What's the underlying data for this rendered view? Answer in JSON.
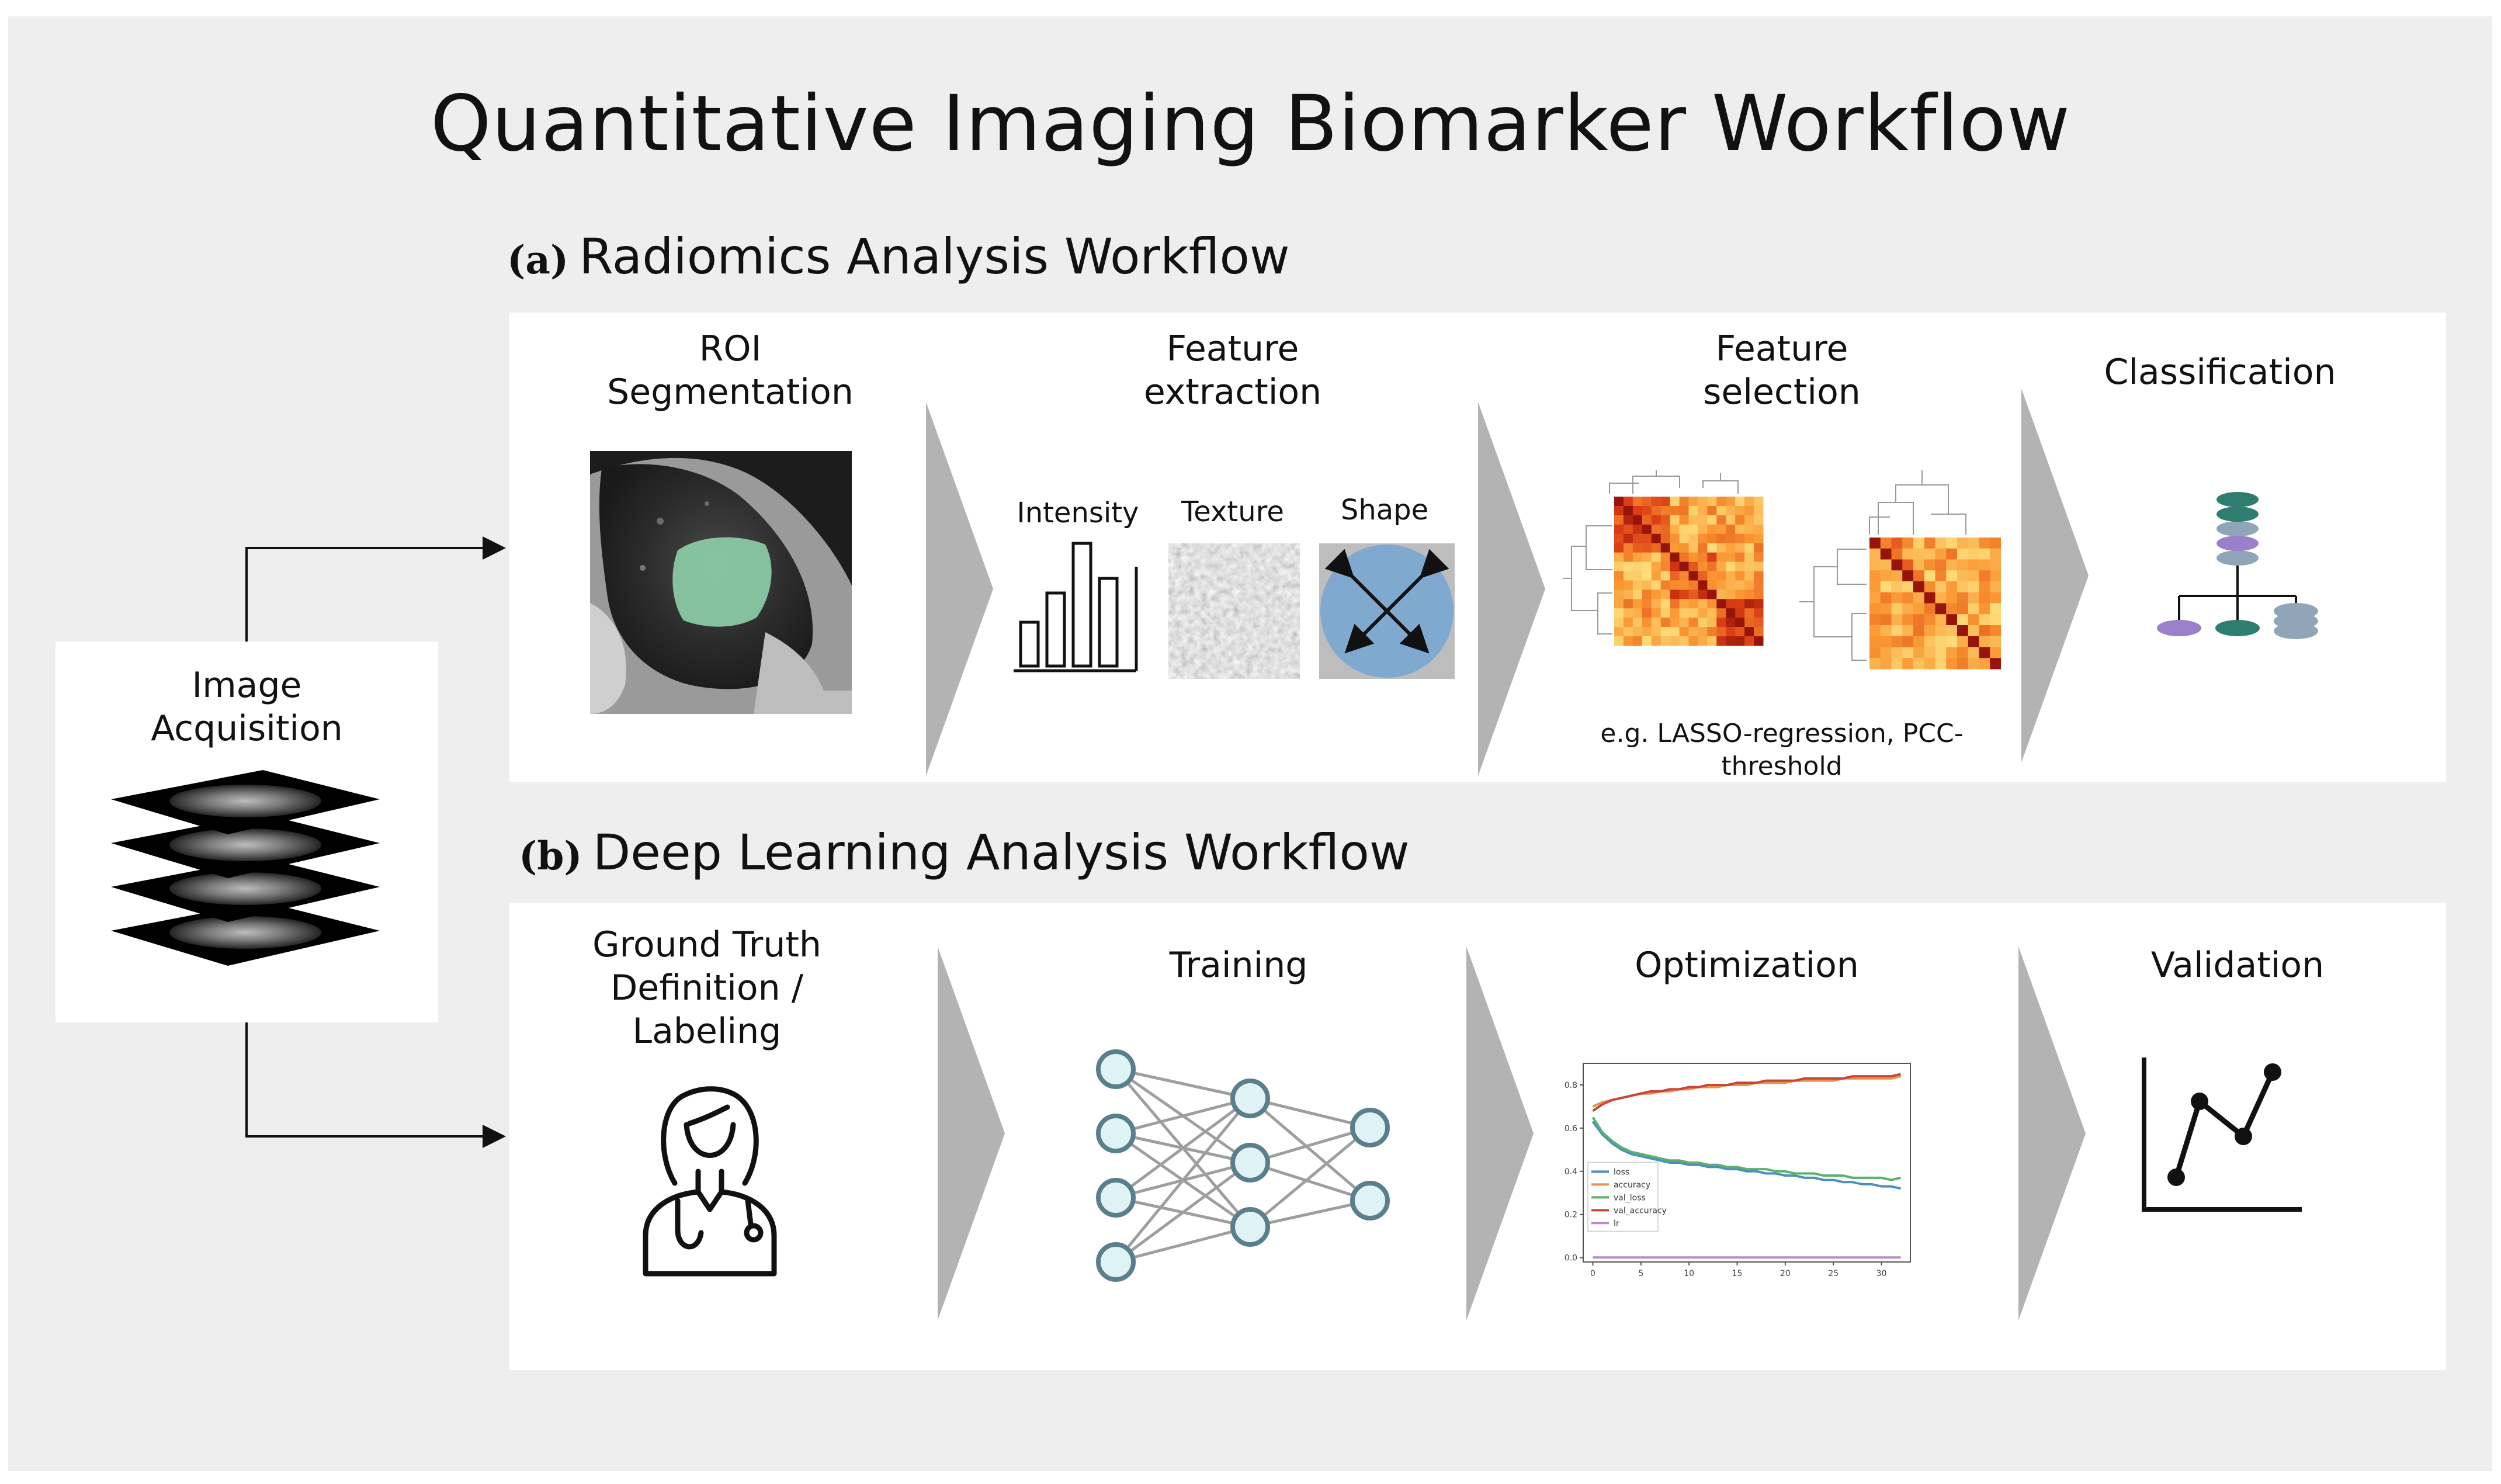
{
  "title": "Quantitative Imaging Biomarker Workflow",
  "image_acquisition": {
    "title_line1": "Image",
    "title_line2": "Acquisition"
  },
  "radiomics": {
    "tag": "(a)",
    "title": "Radiomics Analysis Workflow",
    "stages": {
      "roi": {
        "line1": "ROI",
        "line2": "Segmentation"
      },
      "extraction": {
        "line1": "Feature",
        "line2": "extraction",
        "labels": [
          "Intensity",
          "Texture",
          "Shape"
        ]
      },
      "selection": {
        "line1": "Feature",
        "line2": "selection",
        "note_line1": "e.g. LASSO-regression, PCC-",
        "note_line2": "threshold"
      },
      "classification": {
        "title": "Classification"
      }
    }
  },
  "deep_learning": {
    "tag": "(b)",
    "title": "Deep Learning Analysis Workflow",
    "stages": {
      "ground_truth": {
        "line1": "Ground Truth",
        "line2": "Definition /",
        "line3": "Labeling"
      },
      "training": {
        "title": "Training"
      },
      "optimization": {
        "title": "Optimization",
        "chart_data": {
          "type": "line",
          "x": [
            0,
            1,
            2,
            3,
            4,
            5,
            6,
            7,
            8,
            9,
            10,
            11,
            12,
            13,
            14,
            15,
            16,
            17,
            18,
            19,
            20,
            21,
            22,
            23,
            24,
            25,
            26,
            27,
            28,
            29,
            30,
            31,
            32
          ],
          "xticks": [
            "0",
            "5",
            "10",
            "15",
            "20",
            "25",
            "30"
          ],
          "yticks": [
            "0.0",
            "0.2",
            "0.4",
            "0.6",
            "0.8"
          ],
          "xlim": [
            -1,
            33
          ],
          "ylim": [
            -0.02,
            0.9
          ],
          "legend_position": "lower-left",
          "series": [
            {
              "name": "loss",
              "color": "#4c8fbf",
              "values": [
                0.63,
                0.57,
                0.53,
                0.5,
                0.48,
                0.47,
                0.46,
                0.45,
                0.44,
                0.44,
                0.43,
                0.43,
                0.42,
                0.42,
                0.41,
                0.41,
                0.4,
                0.4,
                0.39,
                0.39,
                0.38,
                0.38,
                0.37,
                0.37,
                0.36,
                0.36,
                0.35,
                0.35,
                0.34,
                0.34,
                0.33,
                0.33,
                0.32
              ]
            },
            {
              "name": "accuracy",
              "color": "#e8934a",
              "values": [
                0.7,
                0.72,
                0.73,
                0.74,
                0.75,
                0.76,
                0.76,
                0.77,
                0.77,
                0.78,
                0.78,
                0.79,
                0.79,
                0.79,
                0.8,
                0.8,
                0.8,
                0.81,
                0.81,
                0.81,
                0.81,
                0.82,
                0.82,
                0.82,
                0.82,
                0.82,
                0.83,
                0.83,
                0.83,
                0.83,
                0.83,
                0.83,
                0.84
              ]
            },
            {
              "name": "val_loss",
              "color": "#57b36b",
              "values": [
                0.65,
                0.58,
                0.54,
                0.51,
                0.49,
                0.48,
                0.47,
                0.46,
                0.45,
                0.45,
                0.44,
                0.44,
                0.43,
                0.43,
                0.42,
                0.42,
                0.41,
                0.41,
                0.41,
                0.4,
                0.4,
                0.39,
                0.39,
                0.39,
                0.38,
                0.38,
                0.38,
                0.37,
                0.37,
                0.37,
                0.37,
                0.36,
                0.37
              ]
            },
            {
              "name": "val_accuracy",
              "color": "#c9453a",
              "values": [
                0.68,
                0.71,
                0.73,
                0.74,
                0.75,
                0.76,
                0.77,
                0.77,
                0.78,
                0.78,
                0.79,
                0.79,
                0.8,
                0.8,
                0.8,
                0.81,
                0.81,
                0.81,
                0.82,
                0.82,
                0.82,
                0.82,
                0.83,
                0.83,
                0.83,
                0.83,
                0.83,
                0.84,
                0.84,
                0.84,
                0.84,
                0.84,
                0.85
              ]
            },
            {
              "name": "lr",
              "color": "#b58cc9",
              "values": [
                0.001,
                0.001,
                0.001,
                0.001,
                0.001,
                0.001,
                0.001,
                0.001,
                0.001,
                0.001,
                0.001,
                0.001,
                0.001,
                0.001,
                0.001,
                0.001,
                0.001,
                0.001,
                0.001,
                0.001,
                0.001,
                0.001,
                0.001,
                0.001,
                0.001,
                0.001,
                0.001,
                0.001,
                0.001,
                0.001,
                0.001,
                0.001,
                0.001
              ]
            }
          ]
        }
      },
      "validation": {
        "title": "Validation"
      }
    }
  },
  "colors": {
    "roi_mask": "#8fd0a8",
    "shape_circle": "#7fa9cf",
    "chevron": "#b3b3b3",
    "classifier_teal": "#2e7d6e",
    "classifier_purple": "#9a7fc9",
    "classifier_slate": "#90a6b8"
  }
}
